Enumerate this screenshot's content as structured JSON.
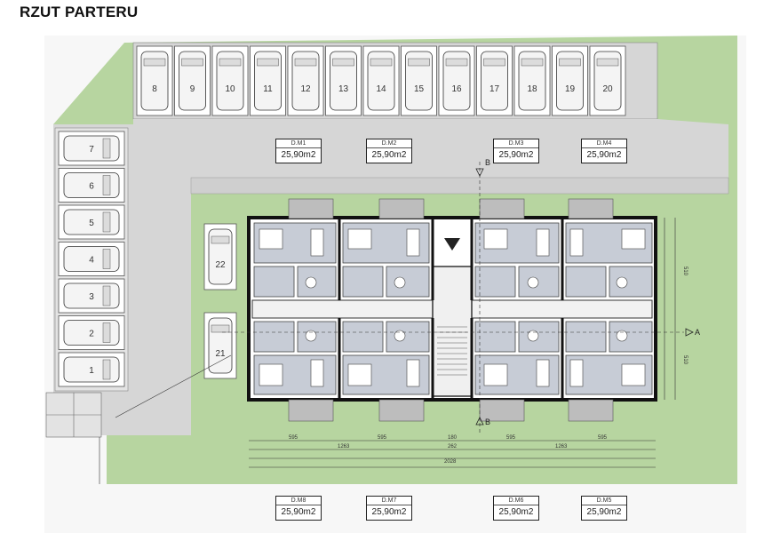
{
  "title": "RZUT PARTERU",
  "parking_top": [
    "8",
    "9",
    "10",
    "11",
    "12",
    "13",
    "14",
    "15",
    "16",
    "17",
    "18",
    "19",
    "20"
  ],
  "parking_left": [
    "7",
    "6",
    "5",
    "4",
    "3",
    "2",
    "1"
  ],
  "parking_mid": [
    "22",
    "21"
  ],
  "units_top": [
    {
      "name": "D.M1",
      "area": "25,90m2"
    },
    {
      "name": "D.M2",
      "area": "25,90m2"
    },
    {
      "name": "D.M3",
      "area": "25,90m2"
    },
    {
      "name": "D.M4",
      "area": "25,90m2"
    }
  ],
  "units_bottom": [
    {
      "name": "D.M8",
      "area": "25,90m2"
    },
    {
      "name": "D.M7",
      "area": "25,90m2"
    },
    {
      "name": "D.M6",
      "area": "25,90m2"
    },
    {
      "name": "D.M5",
      "area": "25,90m2"
    }
  ],
  "section_marks": {
    "a": "A",
    "b": "B"
  },
  "dimensions": {
    "d1": "595",
    "d2": "595",
    "d3": "595",
    "d4": "595",
    "mid": "180",
    "span_a": "1263",
    "span_b": "262",
    "span_c": "1263",
    "total": "2028",
    "side_a": "510",
    "side_b": "510"
  },
  "colors": {
    "grass": "#b7d5a0",
    "paving": "#d9d9d9",
    "wall": "#111111",
    "room": "#c7ccd6",
    "building_bg": "#ffffff"
  }
}
